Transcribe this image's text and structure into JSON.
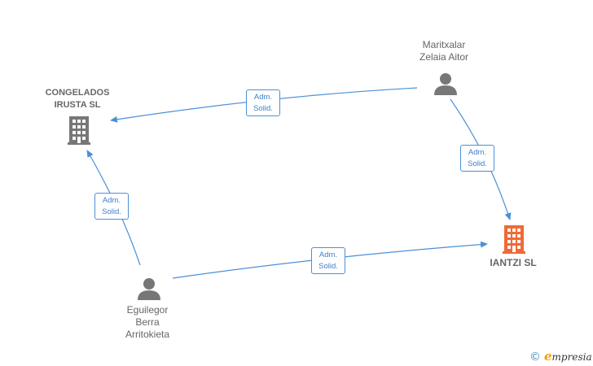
{
  "nodes": {
    "congelados": {
      "line1": "CONGELADOS",
      "line2": "IRUSTA  SL",
      "type": "company",
      "color": "#777777"
    },
    "maritxalar": {
      "line1": "Maritxalar",
      "line2": "Zelaia Aitor",
      "type": "person",
      "color": "#777777"
    },
    "iantzi": {
      "line1": "IANTZI  SL",
      "type": "company",
      "color": "#f06a35"
    },
    "eguilegor": {
      "line1": "Eguilegor",
      "line2": "Berra",
      "line3": "Arritokieta",
      "type": "person",
      "color": "#777777"
    }
  },
  "edges": [
    {
      "from": "maritxalar",
      "to": "congelados",
      "label1": "Adm.",
      "label2": "Solid."
    },
    {
      "from": "maritxalar",
      "to": "iantzi",
      "label1": "Adm.",
      "label2": "Solid."
    },
    {
      "from": "eguilegor",
      "to": "congelados",
      "label1": "Adm.",
      "label2": "Solid."
    },
    {
      "from": "eguilegor",
      "to": "iantzi",
      "label1": "Adm.",
      "label2": "Solid."
    }
  ],
  "colors": {
    "edge": "#4a90d9",
    "company": "#777777",
    "target_company": "#f06a35",
    "person": "#777777"
  },
  "brand": {
    "copyright": "©",
    "e": "e",
    "rest": "mpresia"
  }
}
